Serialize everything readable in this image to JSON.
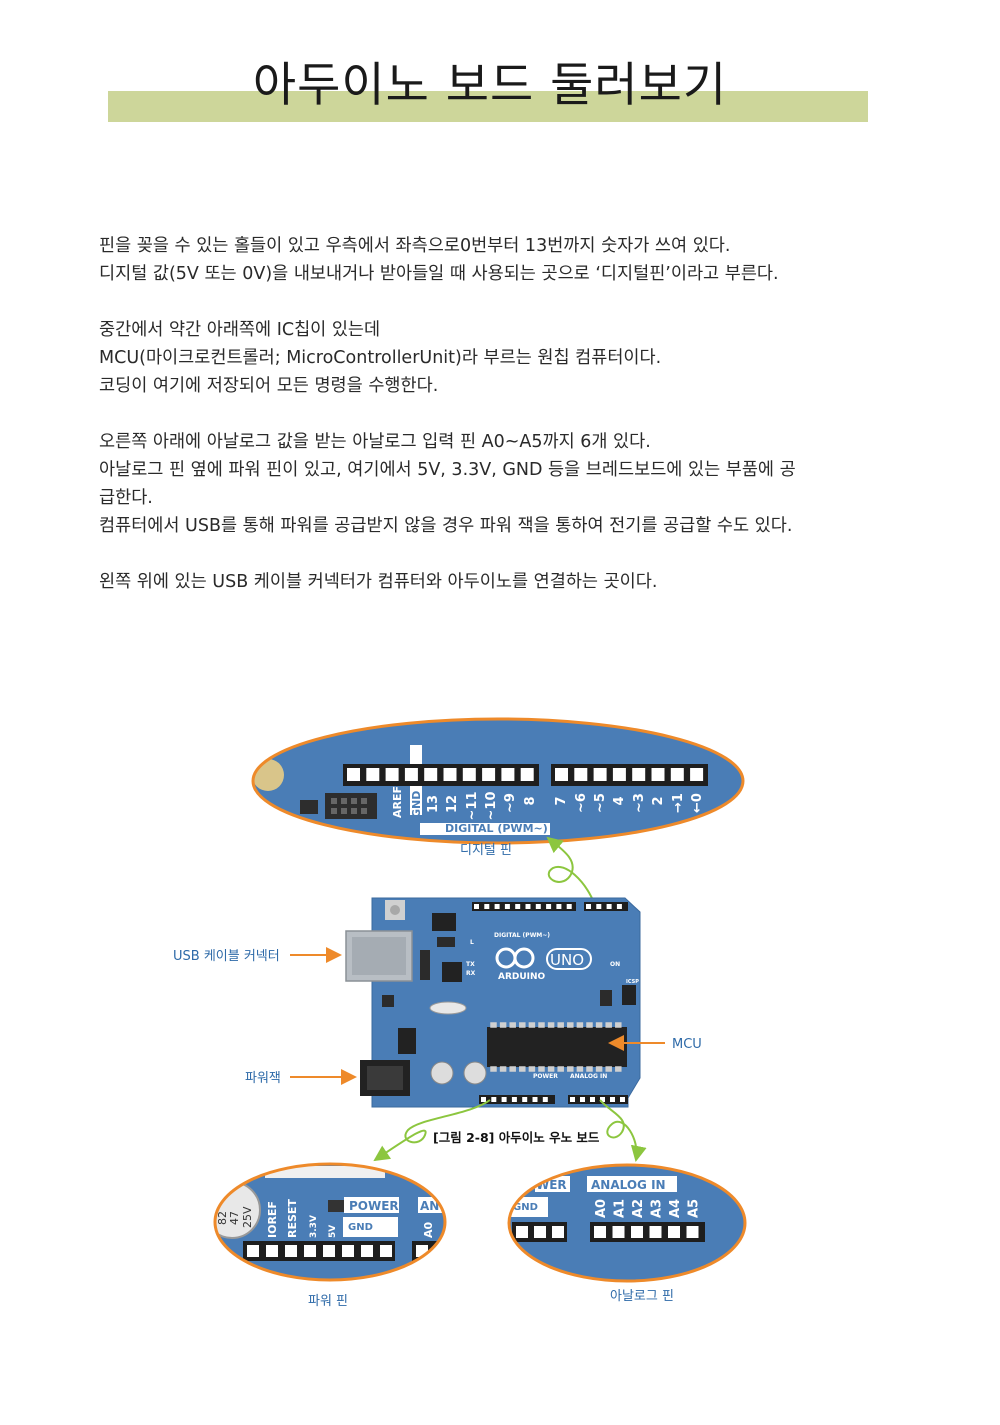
{
  "title": "아두이노 보드 둘러보기",
  "paragraphs": [
    [
      "핀을 꽂을 수 있는 홀들이 있고 우측에서 좌측으로0번부터 13번까지 숫자가 쓰여 있다.",
      "디지털 값(5V 또는 0V)을 내보내거나 받아들일 때 사용되는 곳으로 ‘디지털핀’이라고 부른다."
    ],
    [
      "중간에서 약간 아래쪽에 IC칩이 있는데",
      "MCU(마이크로컨트롤러; MicroControllerUnit)라 부르는 원칩 컴퓨터이다.",
      "코딩이 여기에 저장되어 모든 명령을 수행한다."
    ],
    [
      "오른쪽 아래에 아날로그 값을 받는 아날로그 입력 핀 A0~A5까지 6개 있다.",
      "아날로그 핀 옆에 파워 핀이 있고, 여기에서 5V, 3.3V, GND 등을 브레드보드에 있는 부품에 공",
      "급한다.",
      "컴퓨터에서 USB를 통해 파워를 공급받지 않을 경우 파워 잭을 통하여 전기를 공급할 수도 있다."
    ],
    [
      "왼쪽 위에 있는 USB 케이블 커넥터가 컴퓨터와 아두이노를 연결하는 곳이다."
    ]
  ],
  "figure": {
    "caption": "[그림 2-8] 아두이노 우노 보드",
    "labels": {
      "digital": "디지털 핀",
      "usb": "USB 케이블 커넥터",
      "power_jack": "파워잭",
      "mcu": "MCU",
      "power_pins": "파워 핀",
      "analog_pins": "아날로그 핀"
    },
    "digital_zoom": {
      "aref": "AREF",
      "gnd": "GND",
      "pins": [
        "13",
        "12",
        "~11",
        "~10",
        "~9",
        "8",
        "7",
        "~6",
        "~5",
        "4",
        "~3",
        "2",
        "→1",
        "←0"
      ],
      "header": "DIGITAL (PWM~)"
    },
    "board": {
      "arduino": "ARDUINO",
      "uno": "UNO",
      "digital_header": "DIGITAL (PWM~)",
      "power_header": "POWER",
      "analog_header": "ANALOG IN",
      "on": "ON",
      "icsp": "ICSP",
      "tx": "TX",
      "rx": "RX",
      "l": "L"
    },
    "power_zoom": {
      "cap": [
        "82",
        "47",
        "25V"
      ],
      "pins": [
        "IOREF",
        "RESET",
        "3.3V",
        "5V"
      ],
      "gnd": "GND",
      "header": "POWER",
      "an": "AN",
      "a0": "A0"
    },
    "analog_zoom": {
      "wer": "WER",
      "header": "ANALOG IN",
      "gnd": "GND",
      "pins": [
        "A0",
        "A1",
        "A2",
        "A3",
        "A4",
        "A5"
      ]
    },
    "colors": {
      "board": "#4a7db6",
      "orange": "#ee8a2a",
      "green": "#8cc63f",
      "label": "#2e6aa8"
    }
  }
}
